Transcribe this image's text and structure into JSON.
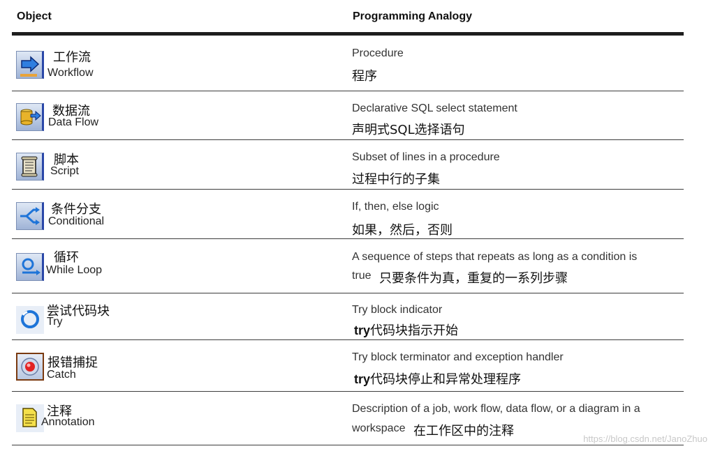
{
  "header": {
    "object": "Object",
    "analogy": "Programming Analogy"
  },
  "rows": [
    {
      "zh": "工作流",
      "en": "Workflow",
      "icon": "workflow-arrow-icon",
      "analogy": "Procedure",
      "analogy_zh": "程序"
    },
    {
      "zh": "数据流",
      "en": "Data Flow",
      "icon": "data-flow-database-icon",
      "analogy": "Declarative SQL select statement",
      "analogy_zh": "声明式SQL选择语句"
    },
    {
      "zh": "脚本",
      "en": "Script",
      "icon": "script-scroll-icon",
      "analogy": "Subset of lines in a procedure",
      "analogy_zh": "过程中行的子集"
    },
    {
      "zh": "条件分支",
      "en": "Conditional",
      "icon": "conditional-branch-icon",
      "analogy": "If, then, else logic",
      "analogy_zh": "如果，然后，否则"
    },
    {
      "zh": "循环",
      "en": "While Loop",
      "icon": "while-loop-icon",
      "analogy": "A sequence of steps that repeats as long as a condition is",
      "analogy_cont": "true",
      "analogy_zh": "只要条件为真，重复的一系列步骤"
    },
    {
      "zh": "尝试代码块",
      "en": "Try",
      "icon": "try-circle-icon",
      "analogy": "Try block indicator",
      "analogy_try": "try",
      "analogy_zh": "代码块指示开始"
    },
    {
      "zh": "报错捕捉",
      "en": "Catch",
      "icon": "catch-target-icon",
      "analogy": "Try block terminator and exception handler",
      "analogy_try": "try",
      "analogy_zh": "代码块停止和异常处理程序"
    },
    {
      "zh": "注释",
      "en": "Annotation",
      "icon": "annotation-note-icon",
      "analogy": "Description of a job, work flow, data flow, or a diagram in a",
      "analogy_cont": "workspace",
      "analogy_zh": "在工作区中的注释"
    }
  ],
  "watermark": "https://blog.csdn.net/JanoZhuo"
}
